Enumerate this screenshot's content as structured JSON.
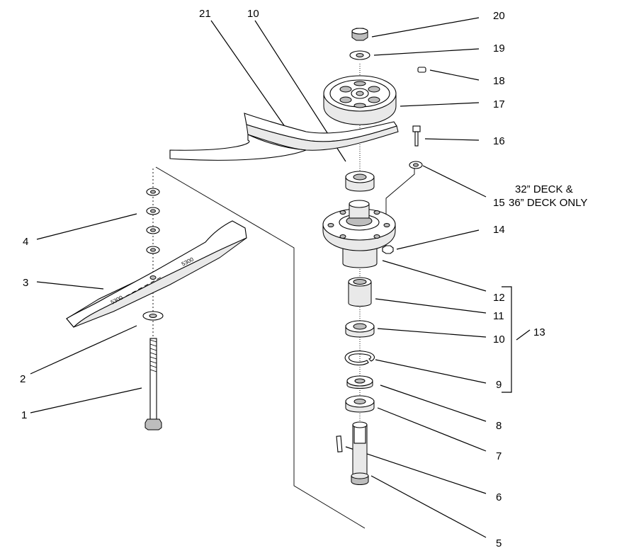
{
  "callouts": [
    {
      "key": "c1",
      "text": "1"
    },
    {
      "key": "c2",
      "text": "2"
    },
    {
      "key": "c3",
      "text": "3"
    },
    {
      "key": "c4",
      "text": "4"
    },
    {
      "key": "c5",
      "text": "5"
    },
    {
      "key": "c6",
      "text": "6"
    },
    {
      "key": "c7",
      "text": "7"
    },
    {
      "key": "c8",
      "text": "8"
    },
    {
      "key": "c9",
      "text": "9"
    },
    {
      "key": "c10a",
      "text": "10"
    },
    {
      "key": "c10b",
      "text": "10"
    },
    {
      "key": "c11",
      "text": "11"
    },
    {
      "key": "c12",
      "text": "12"
    },
    {
      "key": "c13",
      "text": "13"
    },
    {
      "key": "c14",
      "text": "14"
    },
    {
      "key": "c15",
      "text": "15"
    },
    {
      "key": "c16",
      "text": "16"
    },
    {
      "key": "c17",
      "text": "17"
    },
    {
      "key": "c18",
      "text": "18"
    },
    {
      "key": "c19",
      "text": "19"
    },
    {
      "key": "c20",
      "text": "20"
    },
    {
      "key": "c21",
      "text": "21"
    }
  ],
  "note": {
    "line1": "32” DECK &",
    "line2": "36” DECK ONLY"
  },
  "blade_marking": "5300"
}
